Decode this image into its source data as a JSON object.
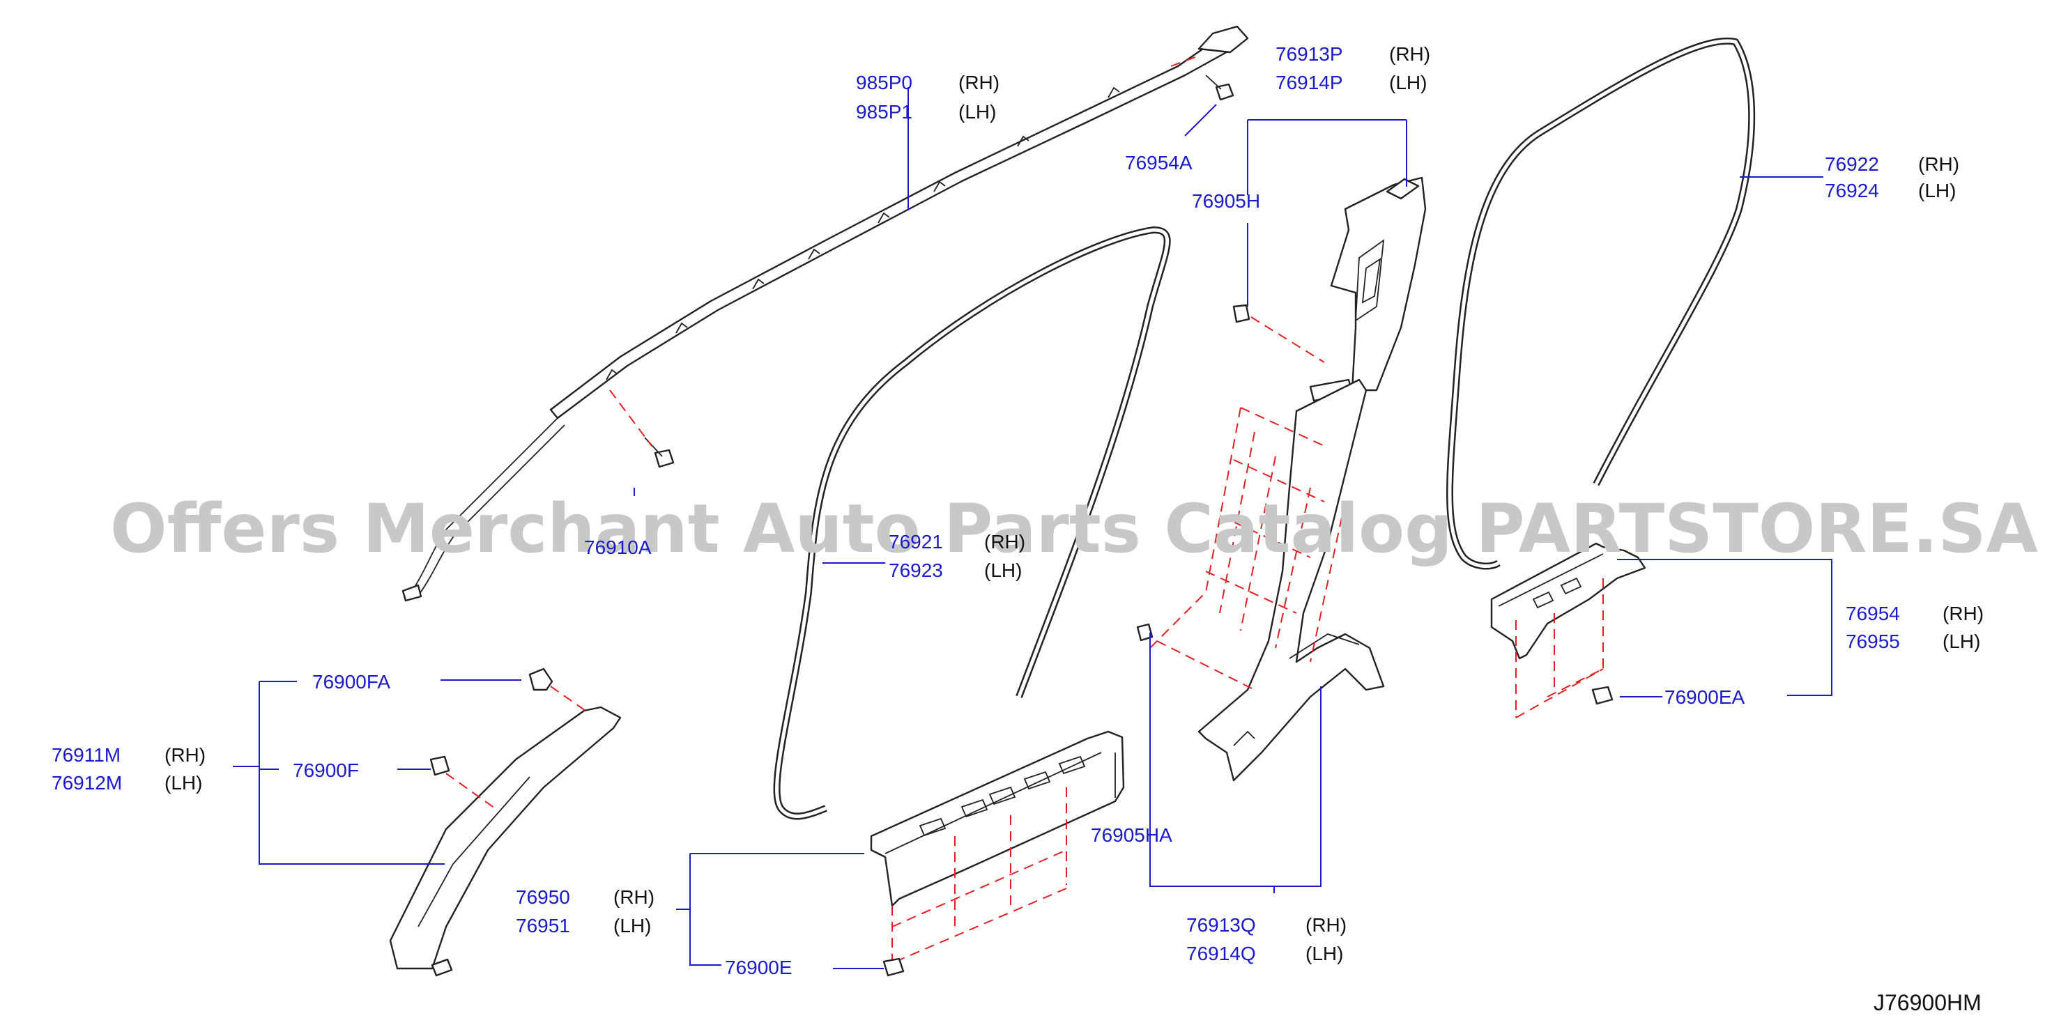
{
  "drawing_code": "J76900HM",
  "watermark": "Offers Merchant Auto Parts Catalog PARTSTORE.SA",
  "side_labels": {
    "rh": "(RH)",
    "lh": "(LH)"
  },
  "callouts": [
    {
      "id": "985p0",
      "text": "985P0"
    },
    {
      "id": "985p1",
      "text": "985P1"
    },
    {
      "id": "76954a",
      "text": "76954A"
    },
    {
      "id": "76913p",
      "text": "76913P"
    },
    {
      "id": "76914p",
      "text": "76914P"
    },
    {
      "id": "76905h",
      "text": "76905H"
    },
    {
      "id": "76922",
      "text": "76922"
    },
    {
      "id": "76924",
      "text": "76924"
    },
    {
      "id": "76910a",
      "text": "76910A"
    },
    {
      "id": "76921",
      "text": "76921"
    },
    {
      "id": "76923",
      "text": "76923"
    },
    {
      "id": "76954",
      "text": "76954"
    },
    {
      "id": "76955",
      "text": "76955"
    },
    {
      "id": "76900fa",
      "text": "76900FA"
    },
    {
      "id": "76900ea",
      "text": "76900EA"
    },
    {
      "id": "76911m",
      "text": "76911M"
    },
    {
      "id": "76912m",
      "text": "76912M"
    },
    {
      "id": "76900f",
      "text": "76900F"
    },
    {
      "id": "76905ha",
      "text": "76905HA"
    },
    {
      "id": "76950",
      "text": "76950"
    },
    {
      "id": "76951",
      "text": "76951"
    },
    {
      "id": "76913q",
      "text": "76913Q"
    },
    {
      "id": "76914q",
      "text": "76914Q"
    },
    {
      "id": "76900e",
      "text": "76900E"
    }
  ]
}
